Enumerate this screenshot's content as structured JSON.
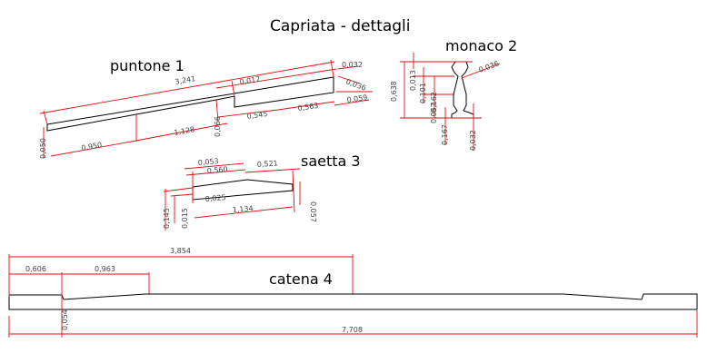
{
  "title": "Capriata - dettagli",
  "parts": {
    "puntone": "puntone 1",
    "monaco": "monaco 2",
    "saetta": "saetta 3",
    "catena": "catena 4"
  },
  "colors": {
    "dimension": "#d11111",
    "outline": "#000000"
  },
  "dimensions": {
    "puntone": [
      "3,241",
      "0,017",
      "0,032",
      "0,036",
      "0,059",
      "0,563",
      "0,545",
      "0,066",
      "1,128",
      "0,950",
      "0,050"
    ],
    "monaco": [
      "0,036",
      "0,638",
      "0,013",
      "0,101",
      "0,162",
      "0,057",
      "0,167",
      "0,032"
    ],
    "saetta": [
      "0,053",
      "0,560",
      "0,521",
      "0,025",
      "0,145",
      "0,015",
      "1,134",
      "0,057"
    ],
    "catena": [
      "3,854",
      "0,606",
      "0,963",
      "0,054",
      "7,708"
    ]
  }
}
